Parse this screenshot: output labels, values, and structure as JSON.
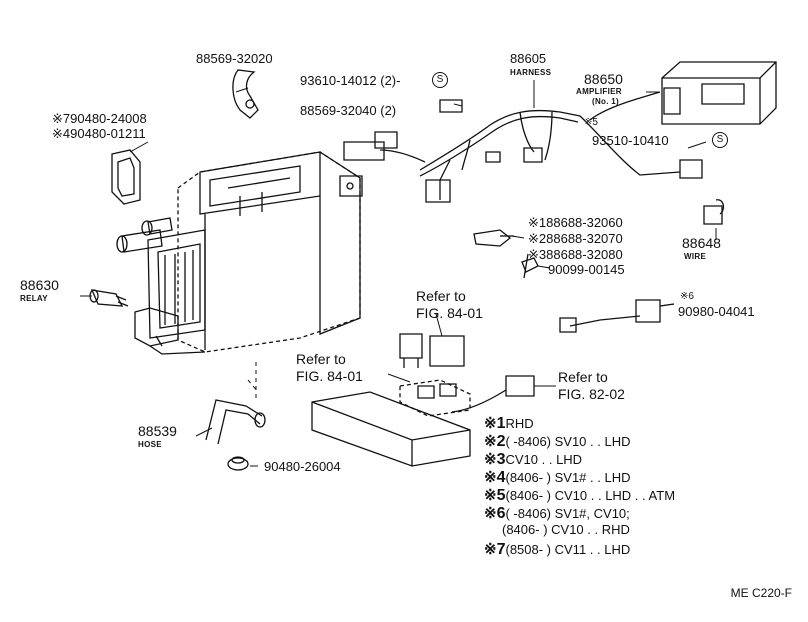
{
  "parts": {
    "p88569_32020": "88569-32020",
    "p93610_14012": "93610-14012 (2)-",
    "p88569_32040": "88569-32040 (2)",
    "p88605": "88605",
    "harness": "HARNESS",
    "p88650": "88650",
    "amplifier": "AMPLIFIER",
    "no1": "(No. 1)",
    "star5": "※5",
    "p93510_10410": "93510-10410",
    "p790480": "※790480-24008",
    "p490480": "※490480-01211",
    "p188688": "※188688-32060",
    "p288688": "※288688-32070",
    "p388688": "※388688-32080",
    "p90099": "90099-00145",
    "p88648": "88648",
    "wire": "WIRE",
    "p88630": "88630",
    "relay": "RELAY",
    "star6": "※6",
    "p90980": "90980-04041",
    "p88539": "88539",
    "hose": "HOSE",
    "p90480": "90480-26004",
    "s_mark": "S"
  },
  "references": {
    "ref1_line1": "Refer to",
    "ref1_line2": "FIG. 84-01",
    "ref2_line1": "Refer to",
    "ref2_line2": "FIG. 84-01",
    "ref3_line1": "Refer to",
    "ref3_line2": "FIG. 82-02"
  },
  "legend": [
    {
      "mark": "※",
      "num": "1",
      "text": "RHD"
    },
    {
      "mark": "※",
      "num": "2",
      "text": "(        -8406) SV10 . . LHD"
    },
    {
      "mark": "※",
      "num": "3",
      "text": "CV10 . . LHD"
    },
    {
      "mark": "※",
      "num": "4",
      "text": "(8406-          ) SV1# . . LHD"
    },
    {
      "mark": "※",
      "num": "5",
      "text": "(8406-          ) CV10 . . LHD . . ATM"
    },
    {
      "mark": "※",
      "num": "6",
      "text": "(        -8406) SV1#, CV10;"
    },
    {
      "mark": "",
      "num": "",
      "text": "(8406-          ) CV10 . . RHD"
    },
    {
      "mark": "※",
      "num": "7",
      "text": "(8508-          ) CV11 . . LHD"
    }
  ],
  "figure_code": "ME C220-F"
}
